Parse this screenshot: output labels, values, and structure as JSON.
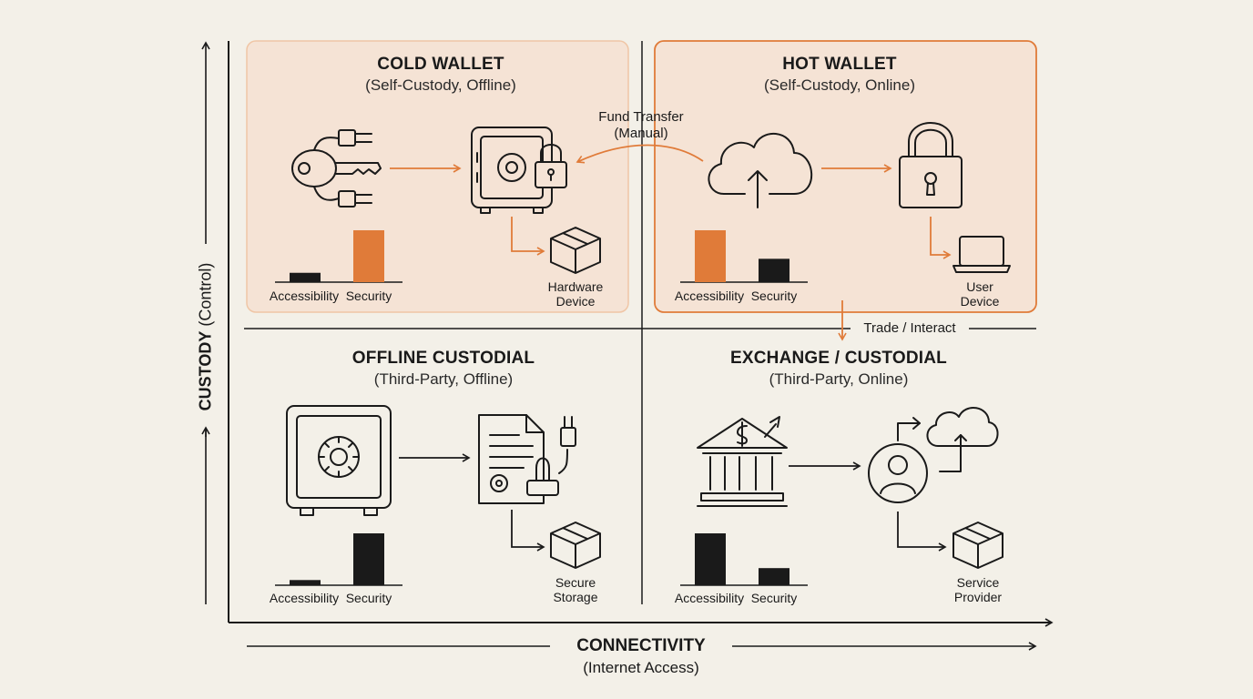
{
  "quadrants": {
    "cold_wallet": {
      "title": "COLD WALLET",
      "subtitle": "(Self-Custody, Offline)",
      "target_label": "Hardware\nDevice",
      "bars": [
        {
          "label": "Accessibility",
          "value": 0.18
        },
        {
          "label": "Security",
          "value": 1.0
        }
      ]
    },
    "hot_wallet": {
      "title": "HOT WALLET",
      "subtitle": "(Self-Custody, Online)",
      "target_label": "User\nDevice",
      "bars": [
        {
          "label": "Accessibility",
          "value": 1.0
        },
        {
          "label": "Security",
          "value": 0.45
        }
      ]
    },
    "offline_custodial": {
      "title": "OFFLINE CUSTODIAL",
      "subtitle": "(Third-Party, Offline)",
      "target_label": "Secure\nStorage",
      "bars": [
        {
          "label": "Accessibility",
          "value": 0.1
        },
        {
          "label": "Security",
          "value": 1.0
        }
      ]
    },
    "exchange_custodial": {
      "title": "EXCHANGE / CUSTODIAL",
      "subtitle": "(Third-Party, Online)",
      "target_label": "Service\nProvider",
      "bars": [
        {
          "label": "Accessibility",
          "value": 1.0
        },
        {
          "label": "Security",
          "value": 0.33
        }
      ]
    }
  },
  "edges": {
    "fund_transfer": "Fund Transfer\n(Manual)",
    "trade_interact": "Trade / Interact"
  },
  "axes": {
    "x_title": "CONNECTIVITY",
    "x_subtitle": "(Internet Access)",
    "y_title": "CUSTODY",
    "y_subtitle": "(Control)"
  },
  "colors": {
    "accent": "#e07b39",
    "panel_fill": "#f5e3d5",
    "ink": "#1a1a1a",
    "background": "#f3f0e8"
  },
  "icons": {
    "cold_wallet": [
      "key-plug-icon",
      "safe-lock-icon",
      "box-icon"
    ],
    "hot_wallet": [
      "cloud-upload-icon",
      "padlock-icon",
      "laptop-icon"
    ],
    "offline_custodial": [
      "safe-icon",
      "document-stamp-icon",
      "box-icon"
    ],
    "exchange_custodial": [
      "bank-icon",
      "user-circle-icon",
      "cloud-sync-icon",
      "box-icon"
    ]
  }
}
